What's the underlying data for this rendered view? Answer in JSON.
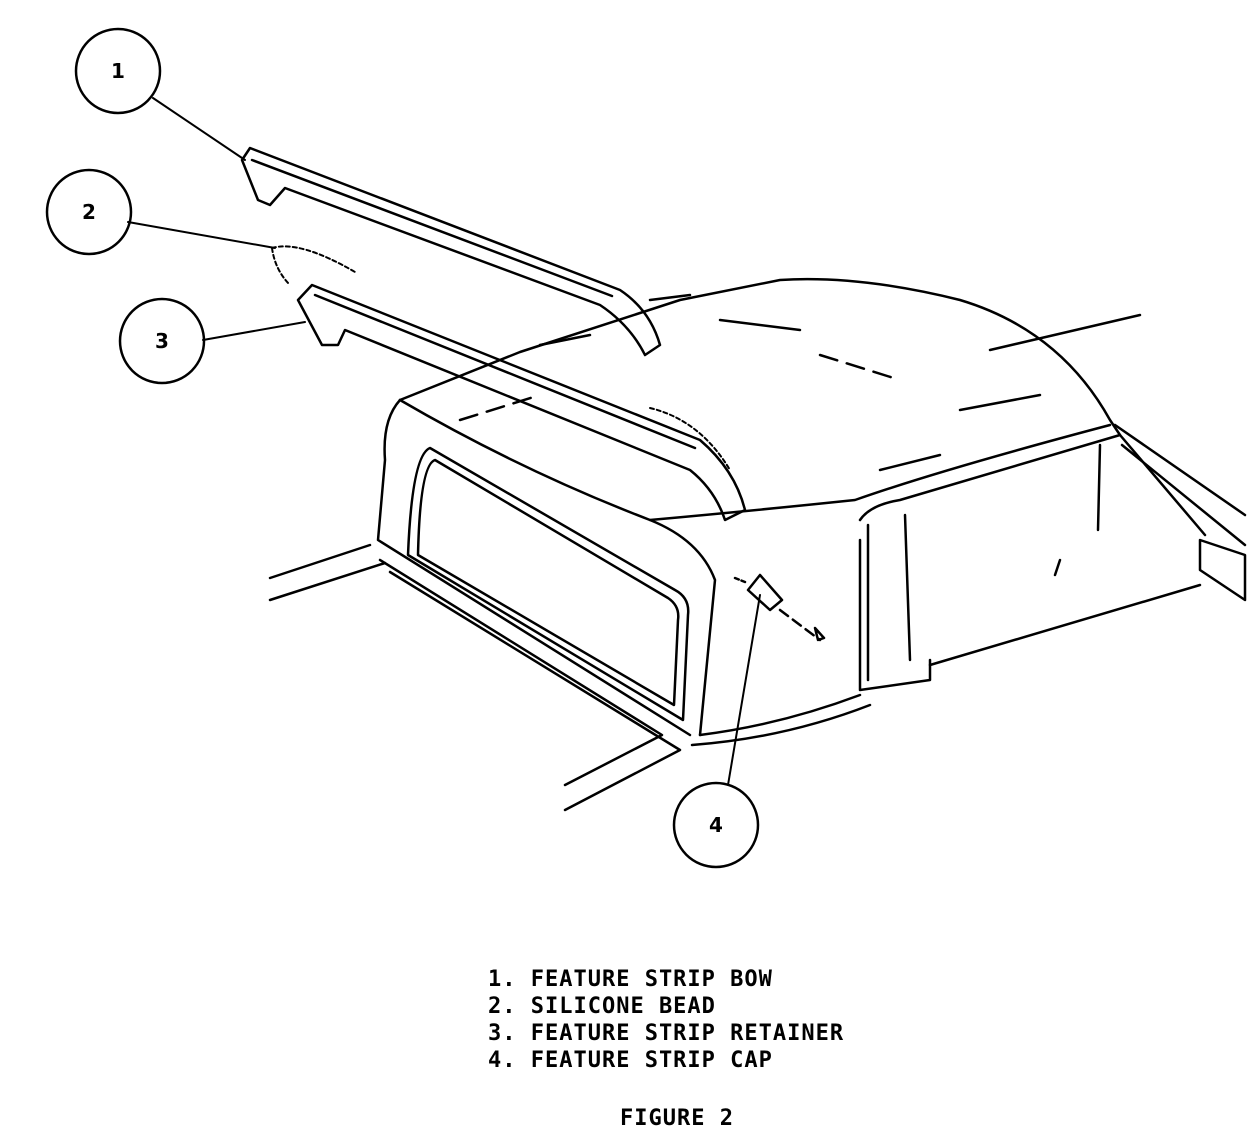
{
  "callouts": [
    {
      "number": "1"
    },
    {
      "number": "2"
    },
    {
      "number": "3"
    },
    {
      "number": "4"
    }
  ],
  "legend": [
    {
      "text": "1. FEATURE STRIP BOW"
    },
    {
      "text": "2. SILICONE BEAD"
    },
    {
      "text": "3. FEATURE STRIP RETAINER"
    },
    {
      "text": "4. FEATURE STRIP CAP"
    }
  ],
  "caption": "FIGURE 2"
}
